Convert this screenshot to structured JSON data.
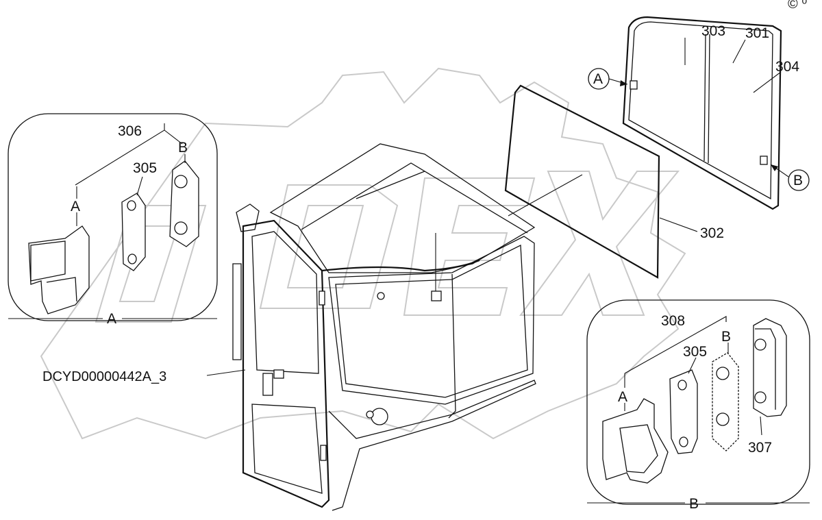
{
  "labels": {
    "p301": "301",
    "p302": "302",
    "p303": "303",
    "p304": "304",
    "p305_left": "305",
    "p305_right": "305",
    "p306": "306",
    "p307": "307",
    "p308": "308",
    "a_callout": "A",
    "b_callout": "B",
    "left_a_top": "A",
    "left_b_top": "B",
    "left_a_bottom": "A",
    "right_a_top": "A",
    "right_b_top": "B",
    "right_b_bottom": "B"
  },
  "drawing_code": "DCYD00000442A_3",
  "corner_mark": "© ⁰"
}
